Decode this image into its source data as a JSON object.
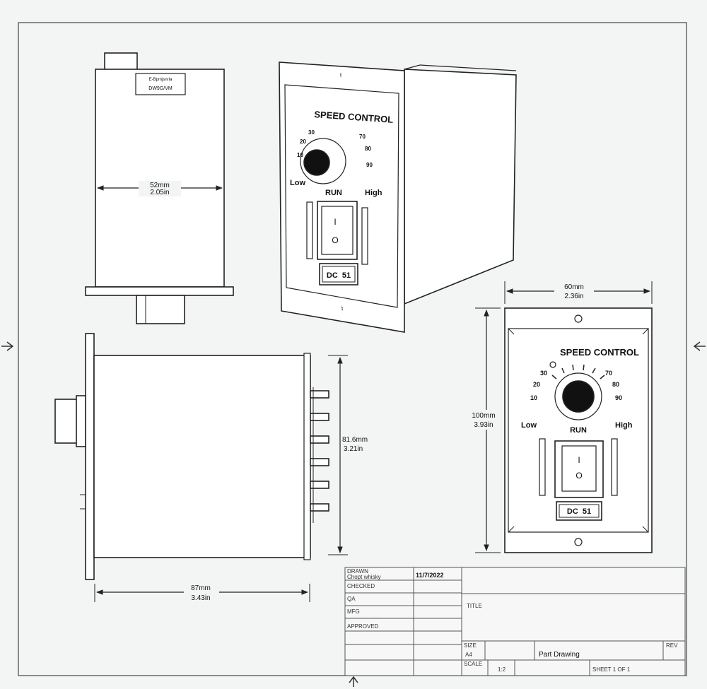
{
  "dimensions": {
    "top_width": {
      "mm": "52mm",
      "in": "2.05in"
    },
    "front_width": {
      "mm": "60mm",
      "in": "2.36in"
    },
    "front_height": {
      "mm": "100mm",
      "in": "3.93in"
    },
    "side_height": {
      "mm": "81.6mm",
      "in": "3.21in"
    },
    "side_depth": {
      "mm": "87mm",
      "in": "3.43in"
    }
  },
  "panel": {
    "title": "SPEED CONTROL",
    "scale": [
      "10",
      "20",
      "30",
      "70",
      "80",
      "90"
    ],
    "low": "Low",
    "high": "High",
    "run": "RUN",
    "switch_on": "I",
    "switch_off": "O",
    "model": "DC  51"
  },
  "label_top": {
    "line1": "E-Bpmjsnrla",
    "line2": "DW9G/VM"
  },
  "title_block": {
    "rows": [
      "DRAWN",
      "CHECKED",
      "QA",
      "MFG",
      "APPROVED"
    ],
    "drawn_sub": "Chopt whisky",
    "date": "11/7/2022",
    "title_label": "TITLE",
    "size_label": "SIZE",
    "size_value": "A4",
    "part_name": "Part Drawing",
    "rev_label": "REV",
    "scale_label": "SCALE",
    "scale_value": "1:2",
    "sheet": "SHEET 1 OF 1"
  }
}
